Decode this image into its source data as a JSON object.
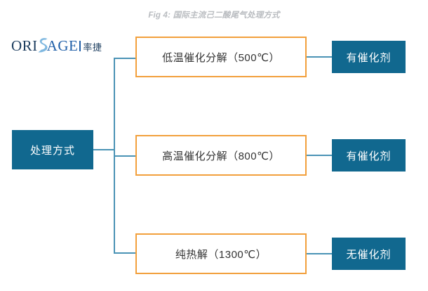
{
  "figure": {
    "title": "Fig 4: 国际主流己二酸尾气处理方式"
  },
  "logo": {
    "part_dark": "ORI",
    "swoosh": "s-swoosh-icon",
    "part_blue": "AGE",
    "cn_name": "率捷"
  },
  "diagram": {
    "root": {
      "label": "处理方式"
    },
    "branches": [
      {
        "method": "低温催化分解（500℃）",
        "catalyst": "有催化剂"
      },
      {
        "method": "高温催化分解（800℃）",
        "catalyst": "有催化剂"
      },
      {
        "method": "纯热解（1300℃）",
        "catalyst": "无催化剂"
      }
    ]
  },
  "colors": {
    "node_blue": "#11688f",
    "node_orange_border": "#f2a03c",
    "connector": "#4a93b5",
    "title_gray": "#b9bcc0",
    "logo_dark": "#1b3c5e",
    "logo_blue": "#1f5fa8",
    "logo_swoosh": "#7fb8e0"
  }
}
